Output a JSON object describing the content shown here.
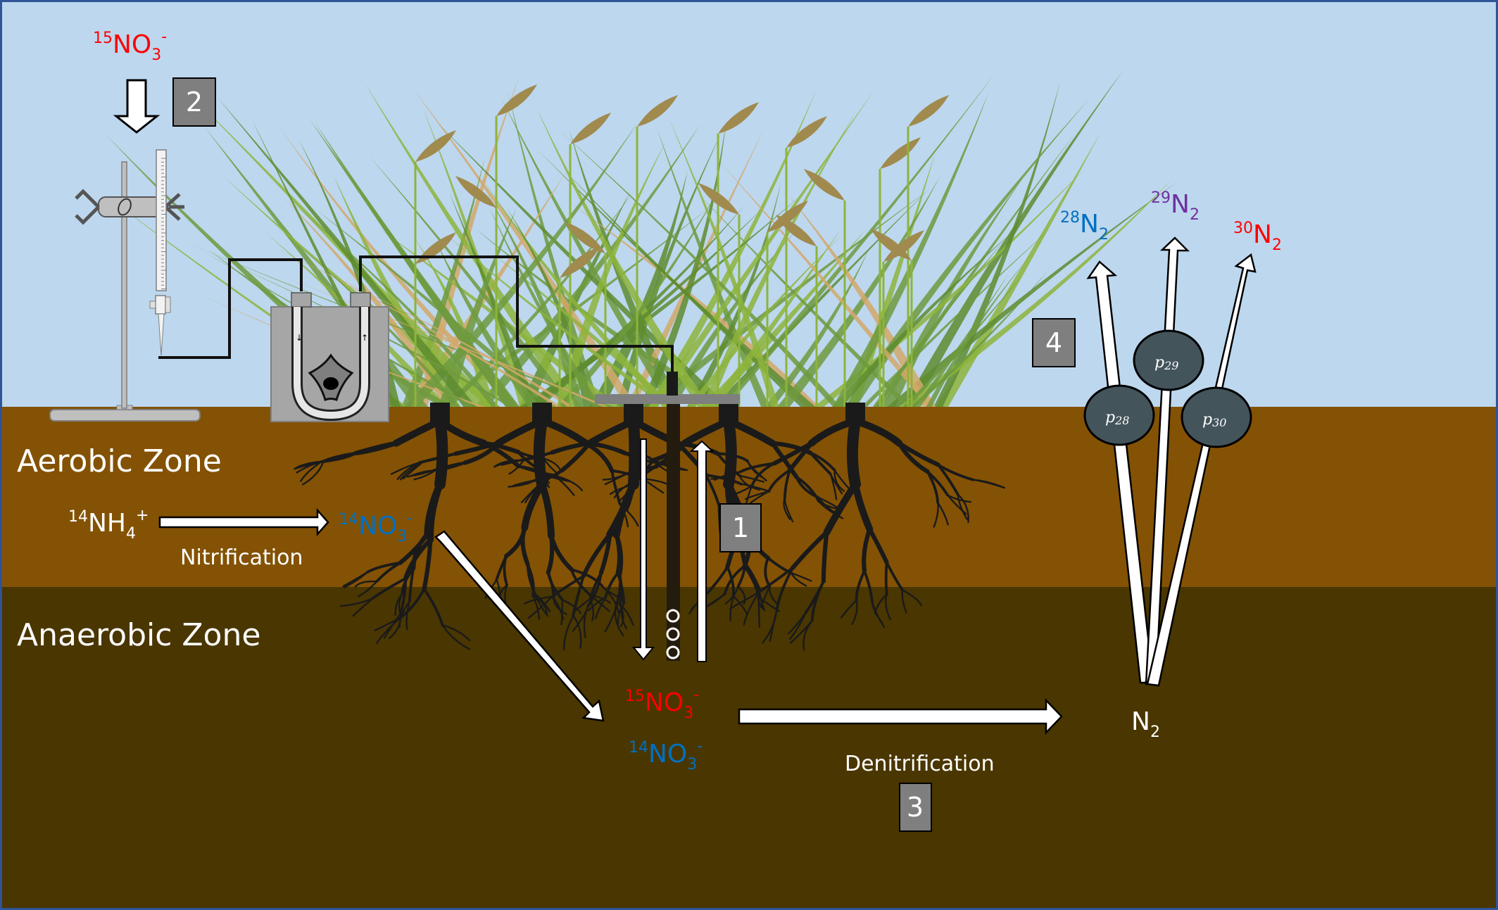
{
  "colors": {
    "sky": "#bdd7ee",
    "border": "#2f5597",
    "aerobic_soil": "#845204",
    "anaerobic_soil": "#4a3600",
    "red": "#ff0000",
    "blue": "#0070c0",
    "purple": "#7030a0",
    "white": "#ffffff",
    "step_box": "#7f7f7f",
    "probe_ellipse": "#44545b",
    "root": "#1a1a1a",
    "grass_light": "#8db43b",
    "grass_mid": "#6e9a3e",
    "grass_dark": "#5e8c2f",
    "grass_tan": "#d4a86a",
    "seed_head": "#a08a4e",
    "equipment_grey": "#a6a6a6"
  },
  "zones": {
    "aerobic": "Aerobic Zone",
    "anaerobic": "Anaerobic Zone"
  },
  "tracer": {
    "mass": "15",
    "formula": "NO",
    "sub": "3",
    "charge": "-"
  },
  "nitrification": {
    "reactant_mass": "14",
    "reactant_formula": "NH",
    "reactant_sub": "4",
    "reactant_charge": "+",
    "product_mass": "14",
    "product_formula": "NO",
    "product_sub": "3",
    "product_charge": "-",
    "label": "Nitrification"
  },
  "pool": {
    "n15": {
      "mass": "15",
      "formula": "NO",
      "sub": "3",
      "charge": "-"
    },
    "n14": {
      "mass": "14",
      "formula": "NO",
      "sub": "3",
      "charge": "-"
    }
  },
  "denitrification": {
    "label": "Denitrification",
    "product_formula": "N",
    "product_sub": "2"
  },
  "gases": [
    {
      "mass": "28",
      "formula": "N",
      "sub": "2",
      "color_key": "blue"
    },
    {
      "mass": "29",
      "formula": "N",
      "sub": "2",
      "color_key": "purple"
    },
    {
      "mass": "30",
      "formula": "N",
      "sub": "2",
      "color_key": "red"
    }
  ],
  "probes": [
    {
      "symbol": "p",
      "sub": "28"
    },
    {
      "symbol": "p",
      "sub": "29"
    },
    {
      "symbol": "p",
      "sub": "30"
    }
  ],
  "steps": [
    "1",
    "2",
    "3",
    "4"
  ]
}
